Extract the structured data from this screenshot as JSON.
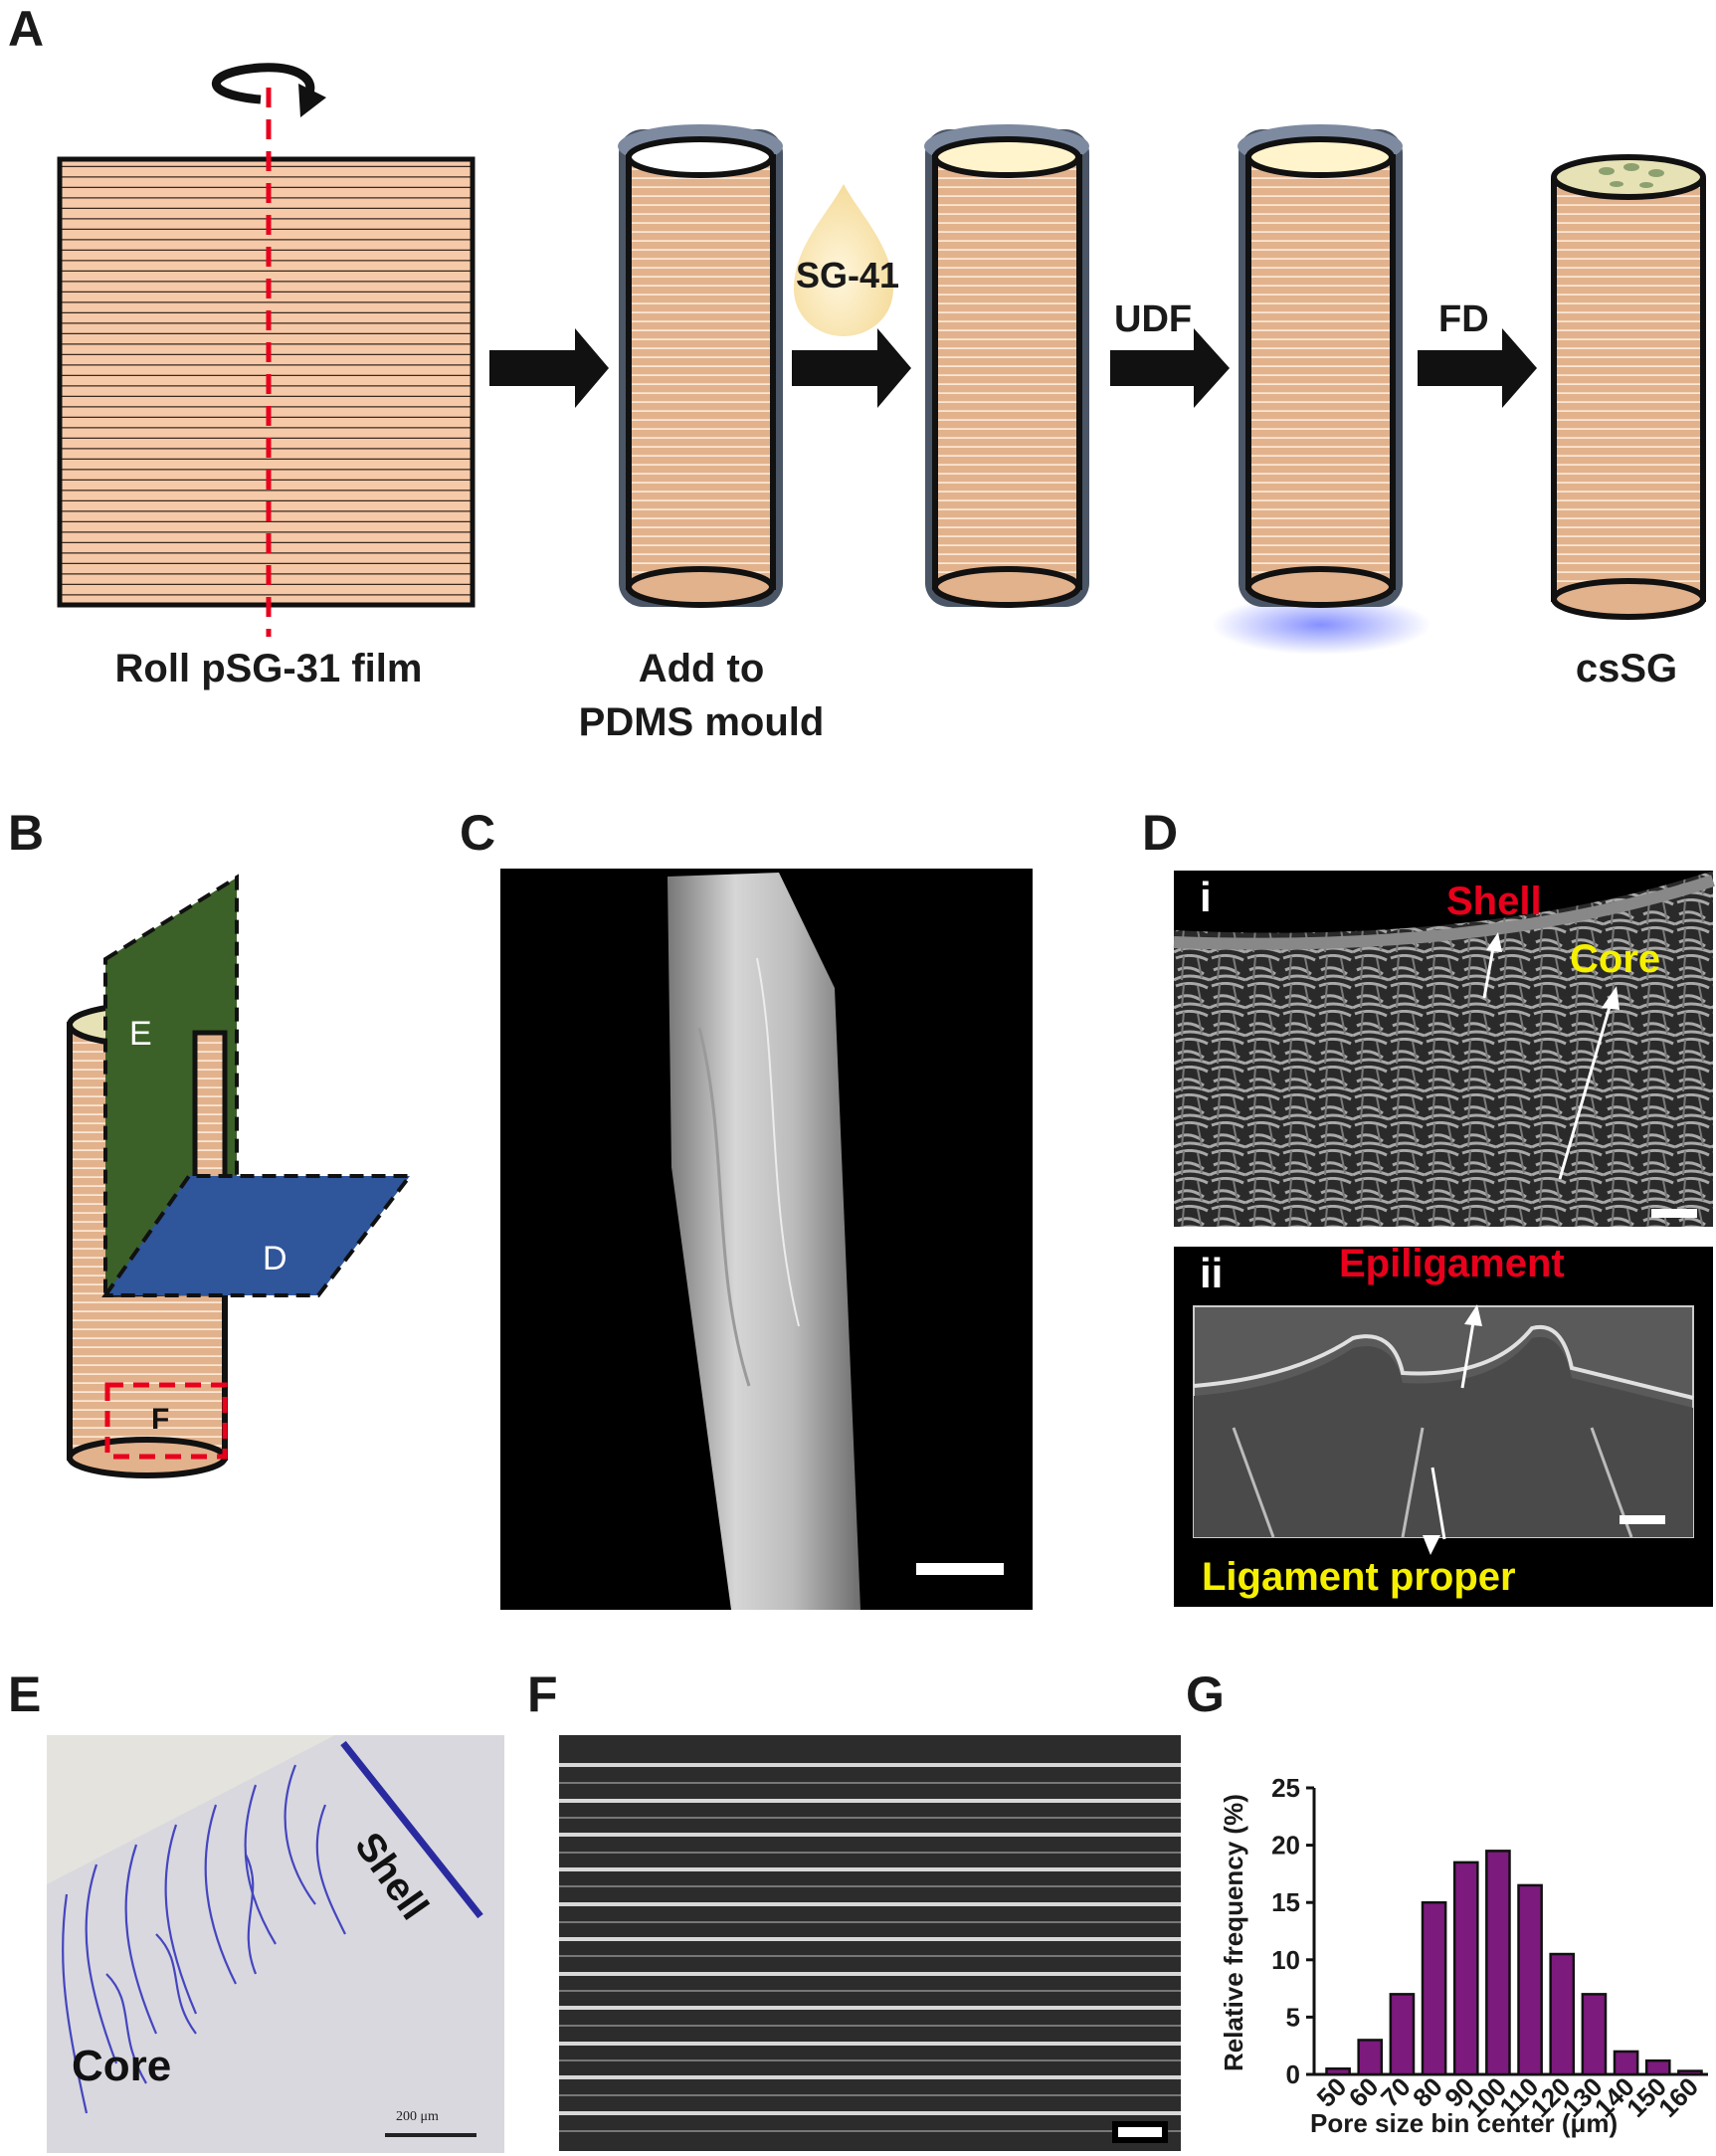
{
  "panels": {
    "A": "A",
    "B": "B",
    "C": "C",
    "D": "D",
    "E": "E",
    "F": "F",
    "G": "G"
  },
  "panelA": {
    "step1": "Roll pSG-31 film",
    "step2_line1": "Add to",
    "step2_line2": "PDMS mould",
    "drop": "SG-41",
    "arrow3": "UDF",
    "arrow4": "FD",
    "step5": "csSG"
  },
  "panelB": {
    "plane_e": "E",
    "plane_d": "D",
    "box_f": "F"
  },
  "panelD": {
    "i_label": "i",
    "shell": "Shell",
    "core": "Core",
    "ii_label": "ii",
    "epiligament": "Epiligament",
    "ligament_proper": "Ligament proper"
  },
  "panelE": {
    "shell": "Shell",
    "core": "Core",
    "scale": "200 μm"
  },
  "colors": {
    "film": "#f6c9a8",
    "film_line": "#3a2a20",
    "mould": "#4a5566",
    "leaf": "#3b6128",
    "plane_d": "#2f559a",
    "bar": "#7d1a7d",
    "red": "#e8001c",
    "yellow": "#f5f000"
  },
  "chart_data": {
    "type": "bar",
    "xlabel": "Pore size bin center (μm)",
    "ylabel": "Relative frequency (%)",
    "categories": [
      "50",
      "60",
      "70",
      "80",
      "90",
      "100",
      "110",
      "120",
      "130",
      "140",
      "150",
      "160"
    ],
    "values": [
      0.5,
      3,
      7,
      15,
      18.5,
      19.5,
      16.5,
      10.5,
      7,
      2,
      1.2,
      0.3
    ],
    "ylim": [
      0,
      25
    ],
    "yticks": [
      "0",
      "5",
      "10",
      "15",
      "20",
      "25"
    ],
    "series": [
      {
        "values": [
          0.5,
          3,
          7,
          15,
          18.5,
          19.5,
          16.5,
          10.5,
          7,
          2,
          1.2,
          0.3
        ]
      }
    ]
  }
}
